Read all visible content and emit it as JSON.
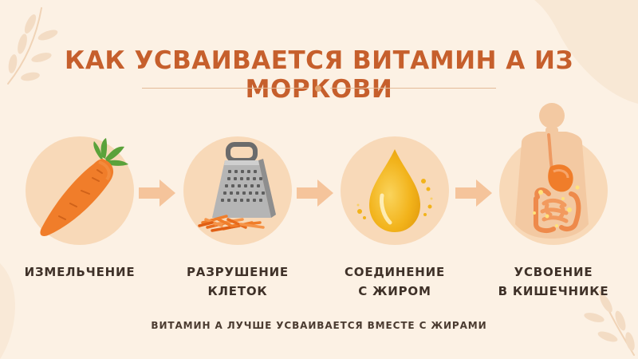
{
  "title": "КАК УСВАИВАЕТСЯ ВИТАМИН А ИЗ МОРКОВИ",
  "steps": [
    {
      "icon": "carrot-icon",
      "line1": "ИЗМЕЛЬЧЕНИЕ",
      "line2": ""
    },
    {
      "icon": "grater-icon",
      "line1": "РАЗРУШЕНИЕ",
      "line2": "КЛЕТОК"
    },
    {
      "icon": "oil-drop-icon",
      "line1": "СОЕДИНЕНИЕ",
      "line2": "С ЖИРОМ"
    },
    {
      "icon": "digestive-system-icon",
      "line1": "УСВОЕНИЕ",
      "line2": "В КИШЕЧНИКЕ"
    }
  ],
  "footer": "ВИТАМИН А ЛУЧШЕ УСВАИВАЕТСЯ ВМЕСТЕ С ЖИРАМИ",
  "colors": {
    "background": "#fcf1e4",
    "title": "#c65f2c",
    "circle": "#f8d9b8",
    "arrow": "#f5c49b",
    "carrot": "#f07d2a",
    "oil": "#f2b31b",
    "text": "#3f3128"
  }
}
